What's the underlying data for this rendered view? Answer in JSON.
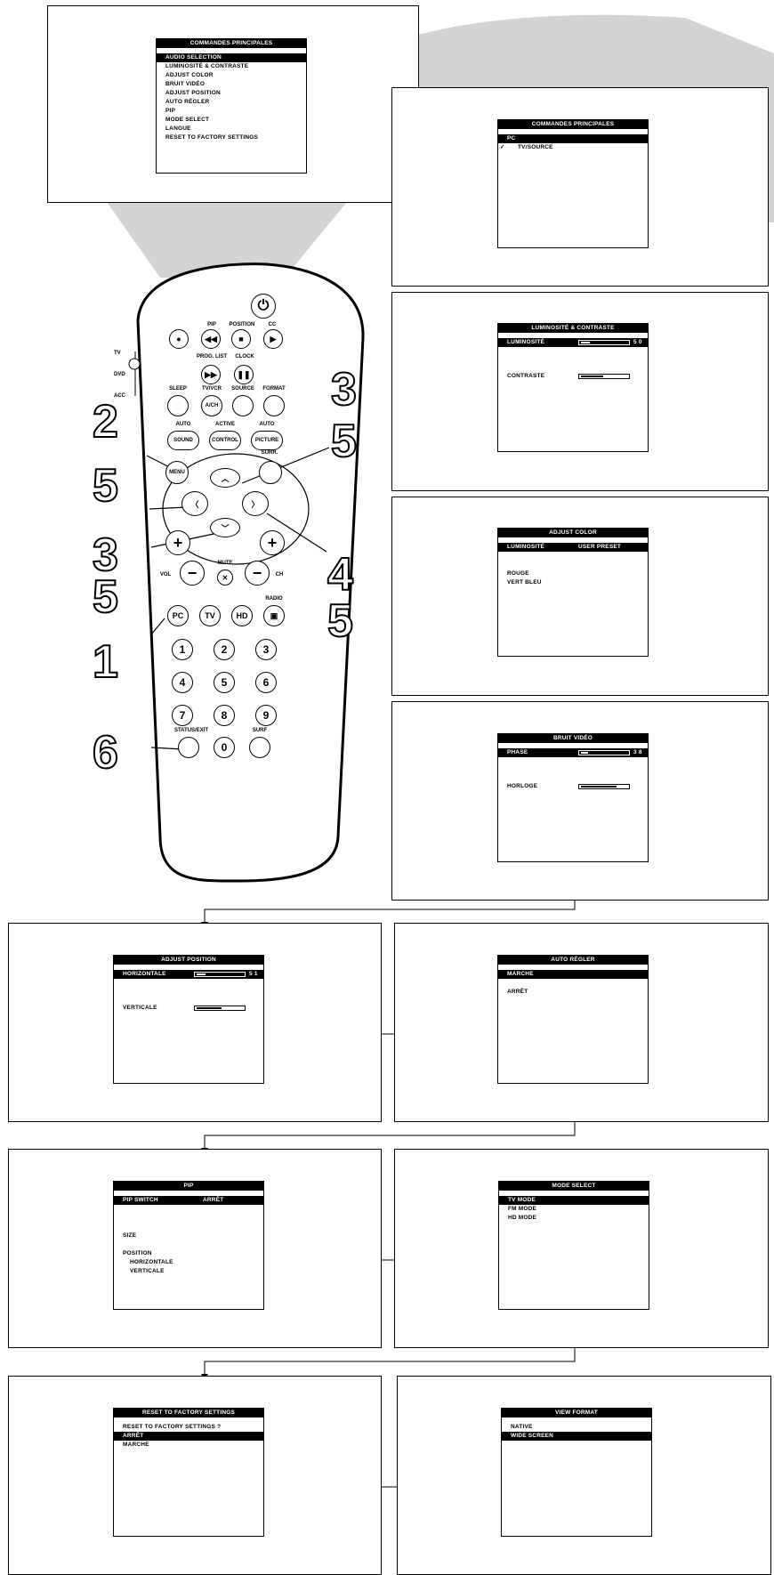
{
  "main_menu": {
    "title": "COMMANDES PRINCIPALES",
    "items": [
      "AUDIO SELECTION",
      "LUMINOSITÉ & CONTRASTE",
      "ADJUST COLOR",
      "BRUIT VIDÉO",
      "ADJUST POSITION",
      "AUTO RÉGLER",
      "PIP",
      "MODE SELECT",
      "LANGUE",
      "RESET TO FACTORY SETTINGS"
    ]
  },
  "audio_menu": {
    "title": "COMMANDES PRINCIPALES",
    "items": [
      "PC",
      "TV/SOURCE"
    ],
    "check": "✓"
  },
  "lum_menu": {
    "title": "LUMINOSITÉ & CONTRASTE",
    "row1": "LUMINOSITÉ",
    "row1_value": "5 0",
    "row2": "CONTRASTE"
  },
  "color_menu": {
    "title": "ADJUST COLOR",
    "row1": "LUMINOSITÉ",
    "row1_value": "USER PRESET",
    "row2": "ROUGE",
    "row3": "VERT BLEU"
  },
  "noise_menu": {
    "title": "BRUIT VIDÉO",
    "row1": "PHASE",
    "row1_value": "3 8",
    "row2": "HORLOGE"
  },
  "position_menu": {
    "title": "ADJUST POSITION",
    "row1": "HORIZONTALE",
    "row1_value": "5 1",
    "row2": "VERTICALE"
  },
  "auto_menu": {
    "title": "AUTO RÉGLER",
    "row1": "MARCHE",
    "row2": "ARRÊT"
  },
  "pip_menu": {
    "title": "PIP",
    "row1": "PIP SWITCH",
    "row1_value": "ARRÊT",
    "size": "SIZE",
    "position": "POSITION",
    "horizontal": "HORIZONTALE",
    "vertical": "VERTICALE"
  },
  "mode_menu": {
    "title": "MODE SELECT",
    "items": [
      "TV MODE",
      "FM MODE",
      "HD MODE"
    ]
  },
  "reset_menu": {
    "title": "RESET TO FACTORY SETTINGS",
    "question": "RESET TO FACTORY SETTINGS ?",
    "items": [
      "ARRÊT",
      "MARCHE"
    ]
  },
  "view_menu": {
    "title": "VIEW FORMAT",
    "items": [
      "NATIVE",
      "WIDE SCREEN"
    ]
  },
  "remote": {
    "side_labels": [
      "TV",
      "DVD",
      "ACC"
    ],
    "labels": {
      "pip": "PIP",
      "position": "POSITION",
      "cc": "CC",
      "prog_list": "PROG. LIST",
      "clock": "CLOCK",
      "sleep": "SLEEP",
      "tvvcr": "TV/VCR",
      "source": "SOURCE",
      "format": "FORMAT",
      "auto1": "AUTO",
      "active": "ACTIVE",
      "auto2": "AUTO",
      "surr": "SURR.",
      "vol": "VOL",
      "mute": "MUTE",
      "ch": "CH",
      "radio": "RADIO",
      "status": "STATUS/EXIT",
      "surf": "SURF"
    },
    "buttons": {
      "ach": "A/CH",
      "sound": "SOUND",
      "control": "CONTROL",
      "picture": "PICTURE",
      "menu": "MENU",
      "pc": "PC",
      "tv": "TV",
      "hd": "HD"
    },
    "digits": [
      "1",
      "2",
      "3",
      "4",
      "5",
      "6",
      "7",
      "8",
      "9",
      "0"
    ]
  },
  "steps": [
    "2",
    "5",
    "3",
    "5",
    "3",
    "5",
    "1",
    "6",
    "4",
    "5"
  ]
}
